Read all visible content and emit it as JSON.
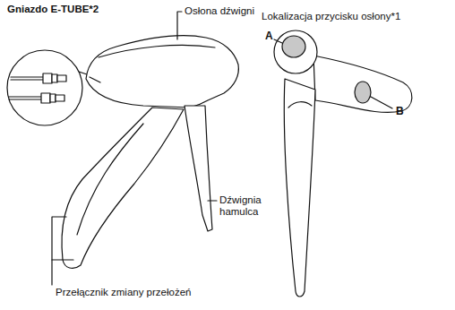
{
  "diagram": {
    "labels": [
      "Gniazdo E-TUBE*2",
      "Osłona dźwigni",
      "Lokalizacja przycisku osłony*1",
      "A",
      "B",
      "Dźwignia hamulca",
      "Przełącznik zmiany przełożeń"
    ]
  }
}
